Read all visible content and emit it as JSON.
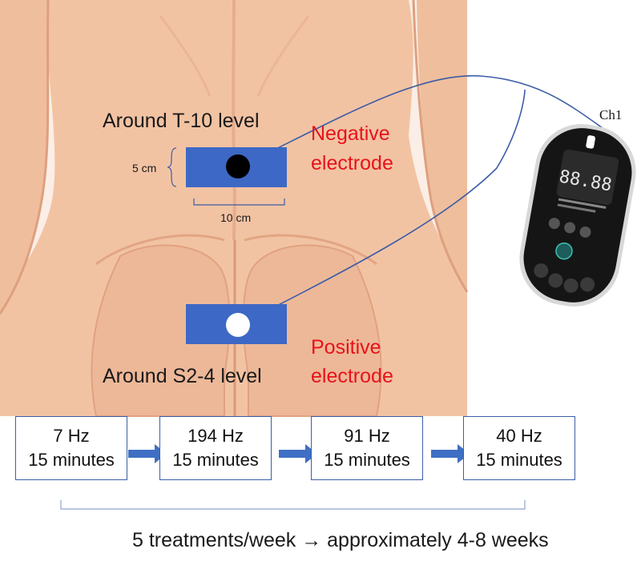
{
  "labels": {
    "upper_site": "Around T-10 level",
    "lower_site": "Around S2-4 level",
    "negative_line1": "Negative",
    "negative_line2": "electrode",
    "positive_line1": "Positive",
    "positive_line2": "electrode",
    "height_dim": "5 cm",
    "width_dim": "10 cm",
    "channel": "Ch1"
  },
  "protocol": {
    "steps": [
      {
        "freq": "7 Hz",
        "duration": "15 minutes"
      },
      {
        "freq": "194 Hz",
        "duration": "15 minutes"
      },
      {
        "freq": "91 Hz",
        "duration": "15 minutes"
      },
      {
        "freq": "40 Hz",
        "duration": "15 minutes"
      }
    ],
    "summary": "5 treatments/week → approximately 4-8 weeks"
  },
  "device": {
    "display_digits": "88.88",
    "icon": "tens-device-icon"
  },
  "colors": {
    "skin": "#f2c3a3",
    "skin_shadow": "#e1a281",
    "electrode_pad": "#3d68c5",
    "wire": "#3d5da6",
    "arrow": "#3f6fc4",
    "label_red": "#e8121b"
  }
}
